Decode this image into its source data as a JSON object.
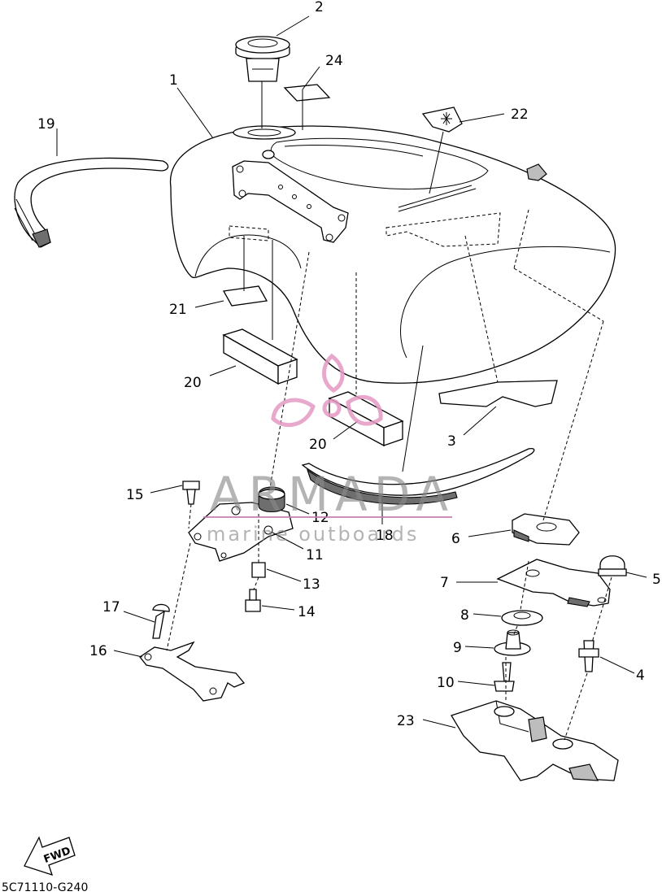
{
  "diagram": {
    "callouts": [
      {
        "id": "c1",
        "label": "1"
      },
      {
        "id": "c2",
        "label": "2"
      },
      {
        "id": "c3",
        "label": "3"
      },
      {
        "id": "c4",
        "label": "4"
      },
      {
        "id": "c5",
        "label": "5"
      },
      {
        "id": "c6",
        "label": "6"
      },
      {
        "id": "c7",
        "label": "7"
      },
      {
        "id": "c8",
        "label": "8"
      },
      {
        "id": "c9",
        "label": "9"
      },
      {
        "id": "c10",
        "label": "10"
      },
      {
        "id": "c11",
        "label": "11"
      },
      {
        "id": "c12",
        "label": "12"
      },
      {
        "id": "c13",
        "label": "13"
      },
      {
        "id": "c14",
        "label": "14"
      },
      {
        "id": "c15",
        "label": "15"
      },
      {
        "id": "c16",
        "label": "16"
      },
      {
        "id": "c17",
        "label": "17"
      },
      {
        "id": "c18",
        "label": "18"
      },
      {
        "id": "c19",
        "label": "19"
      },
      {
        "id": "c20a",
        "label": "20"
      },
      {
        "id": "c20b",
        "label": "20"
      },
      {
        "id": "c21",
        "label": "21"
      },
      {
        "id": "c22",
        "label": "22"
      },
      {
        "id": "c23",
        "label": "23"
      },
      {
        "id": "c24",
        "label": "24"
      }
    ],
    "fwd_label": "FWD",
    "drawing_code": "5C71110-G240"
  },
  "watermark": {
    "brand": "ARMADA",
    "tagline": "marine outboards",
    "colors": {
      "text": "#8a8a8a",
      "logo": "#e39ac4",
      "rule": "#c77ab0"
    }
  }
}
